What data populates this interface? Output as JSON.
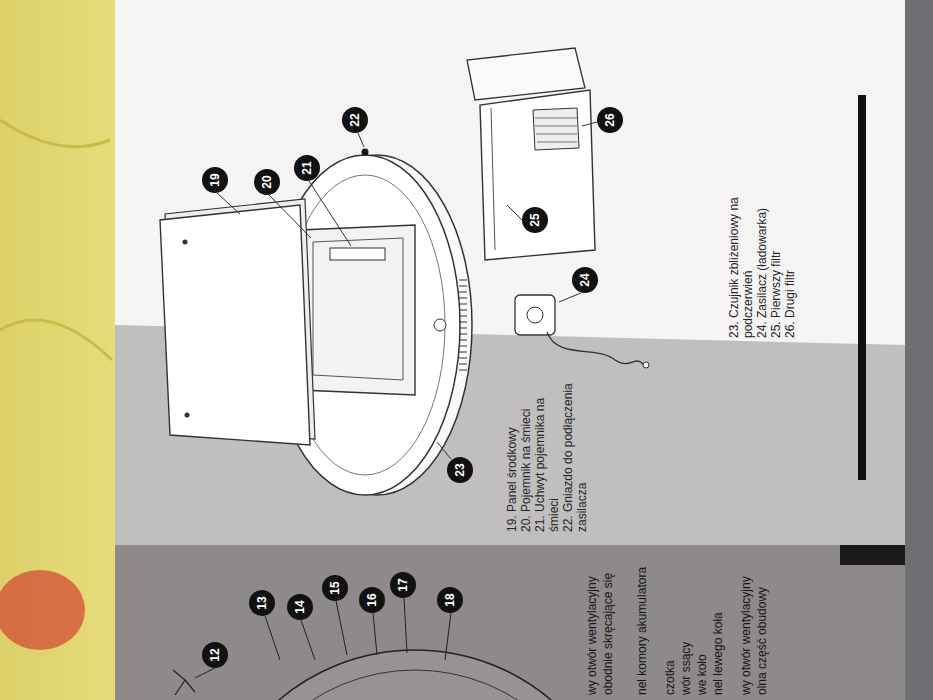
{
  "diagram": {
    "labels": [
      "19",
      "20",
      "21",
      "22",
      "23",
      "24",
      "25",
      "26",
      "19. Panel środkowy",
      "20. Pojemnik na śmieci",
      "21. Uchwyt pojemnika na śmieci",
      "22. Gniazdo do podłączenia zasilacza",
      "23. Czujnik zbliżeniowy na podczerwień",
      "24. Zasilacz (ładowarka)",
      "25. Pierwszy filtr",
      "26. Drugi filtr",
      "12",
      "13",
      "14",
      "15",
      "16",
      "17",
      "18",
      "wy otwór wentylacyjny",
      "obodnie skręcające się",
      "nel komory akumulatora",
      "czotka",
      "wór ssący",
      "we koło",
      "nel lewego koła",
      "wy otwór wentylacyjny",
      "olna część obudowy"
    ]
  }
}
